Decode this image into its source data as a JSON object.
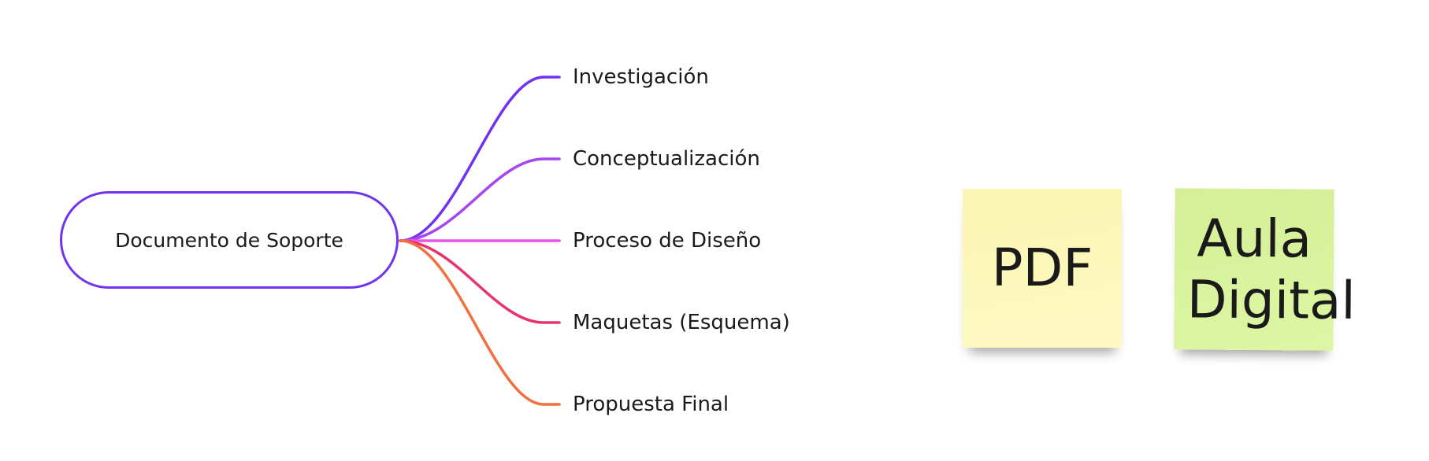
{
  "mindmap": {
    "root": {
      "label": "Documento de Soporte",
      "color": "#7233f0"
    },
    "branches": [
      {
        "label": "Investigación",
        "color": "#7233f0"
      },
      {
        "label": "Conceptualización",
        "color": "#a646ef"
      },
      {
        "label": "Proceso de Diseño",
        "color": "#e854e8"
      },
      {
        "label": "Maquetas (Esquema)",
        "color": "#e8336e"
      },
      {
        "label": "Propuesta Final",
        "color": "#f0703f"
      }
    ]
  },
  "stickies": [
    {
      "text": "PDF",
      "color": "#fdf8bd"
    },
    {
      "text": "Aula Digital",
      "color": "#d9f39e"
    }
  ]
}
